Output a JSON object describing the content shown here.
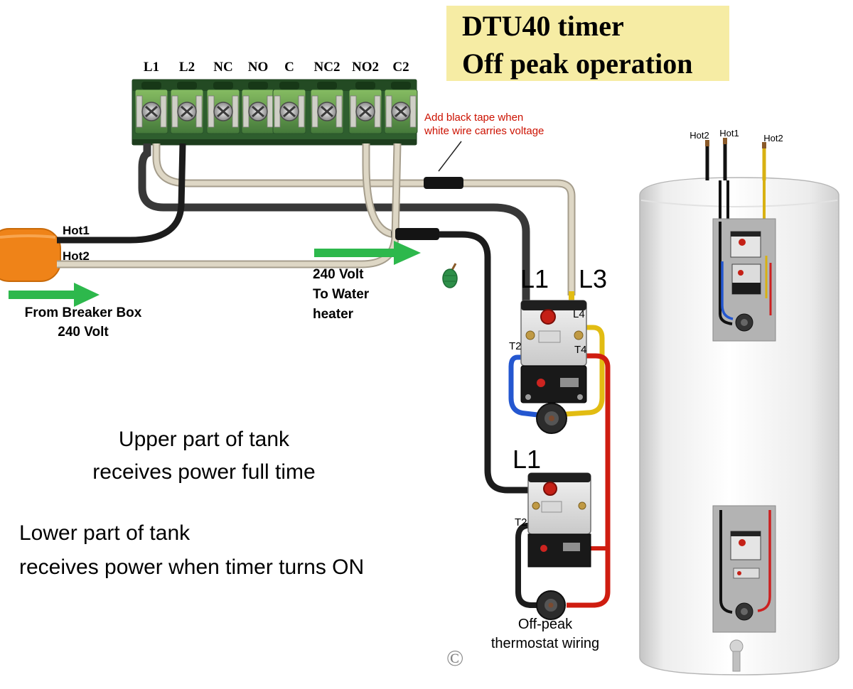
{
  "title": {
    "line1": "DTU40 timer",
    "line2": "Off peak operation"
  },
  "terminal_block": {
    "labels": [
      "L1",
      "L2",
      "NC",
      "NO",
      "C",
      "NC2",
      "NO2",
      "C2"
    ]
  },
  "cable": {
    "hot1": "Hot1",
    "hot2": "Hot2"
  },
  "notes": {
    "tape_line1": "Add black tape when",
    "tape_line2": "white wire carries voltage",
    "breaker_line1": "From Breaker Box",
    "breaker_line2": "240 Volt",
    "heater_feed_line1": "240 Volt",
    "heater_feed_line2": "To Water",
    "heater_feed_line3": "heater",
    "upper_tank_line1": "Upper part of tank",
    "upper_tank_line2": "receives power full time",
    "lower_tank_line1": "Lower part of tank",
    "lower_tank_line2": "receives power when timer turns ON",
    "offpeak_line1": "Off-peak",
    "offpeak_line2": "thermostat wiring",
    "copyright": "©"
  },
  "upper_thermostat": {
    "l1": "L1",
    "l3": "L3",
    "l4": "L4",
    "t2": "T2",
    "t4": "T4"
  },
  "lower_thermostat": {
    "l1": "L1",
    "t2": "T2"
  },
  "water_heater": {
    "labels": [
      "Hot2",
      "Hot1",
      "Hot2"
    ]
  },
  "colors": {
    "title_bg": "#f6eca4",
    "note_red": "#cc1100",
    "arrow_green": "#2db84c",
    "wire_black": "#1c1c1c",
    "wire_white": "#ded7c5",
    "wire_yellow": "#e2bc12",
    "wire_red": "#cf1d10",
    "wire_blue": "#2457d0",
    "cable_orange": "#ef8318",
    "terminal_green": "#4e8a3c"
  }
}
